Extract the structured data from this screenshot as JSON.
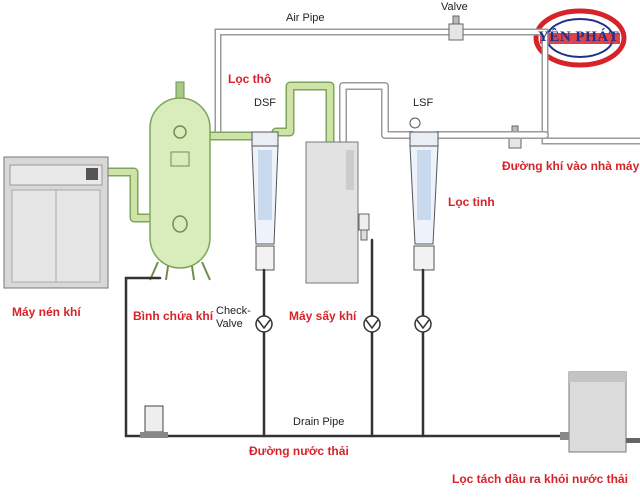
{
  "labels": {
    "air_pipe": "Air Pipe",
    "valve": "Valve",
    "loc_tho": "Lọc thô",
    "dsf": "DSF",
    "lsf": "LSF",
    "duong_khi": "Đường khí vào nhà máy",
    "loc_tinh": "Lọc tinh",
    "may_nen_khi": "Máy nén khí",
    "binh_chua_khi": "Bình chứa khí",
    "check_valve_1": "Check-",
    "check_valve_2": "Valve",
    "may_say_khi": "Máy sấy khí",
    "drain_pipe": "Drain Pipe",
    "duong_nuoc_thai": "Đường nước thải",
    "loc_tach": "Lọc tách dầu ra khỏi nước thải"
  },
  "logo": {
    "text": "YÊN PHÁT"
  },
  "colors": {
    "pipe_green": "#cfe3a8",
    "pipe_edge": "#7ea65a",
    "tank": "#d9ecbc",
    "label_red": "#d6232a",
    "logo_red": "#d6232a",
    "logo_blue": "#1f2f8a"
  }
}
